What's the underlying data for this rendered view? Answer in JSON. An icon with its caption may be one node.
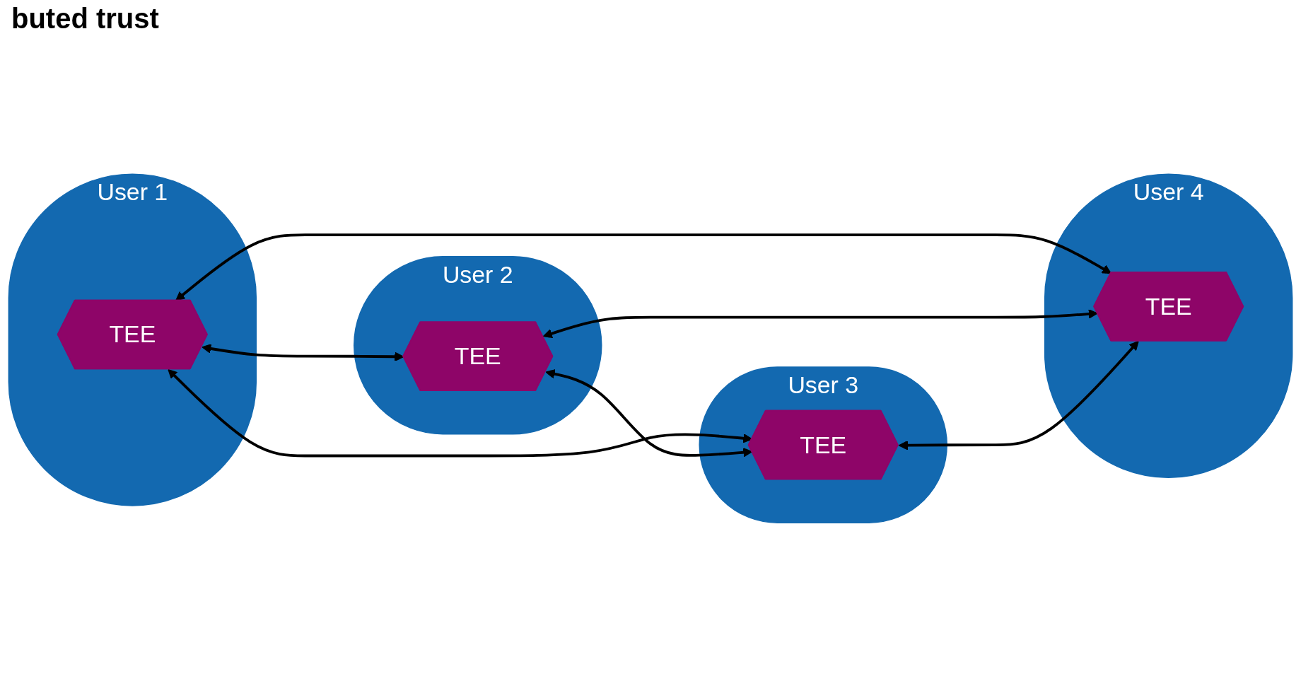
{
  "diagram": {
    "title": "buted trust",
    "nodes": [
      {
        "text": [
          "User 1"
        ]
      },
      {
        "text": [
          "TEE"
        ],
        "in": 0
      },
      {
        "text": [
          "User 2"
        ]
      },
      {
        "text": [
          "TEE"
        ],
        "in": 2
      },
      {
        "text": [
          "User 3"
        ]
      },
      {
        "text": [
          "TEE"
        ],
        "in": 4
      },
      {
        "text": [
          "User 4"
        ]
      },
      {
        "text": [
          "TEE"
        ],
        "in": 6
      }
    ],
    "edges": [
      {
        "from": 1,
        "to": 5,
        "arrow": "both"
      },
      {
        "from": 1,
        "to": 7,
        "arrow": "both"
      },
      {
        "from": 1,
        "to": 3,
        "arrow": "both"
      },
      {
        "from": 3,
        "to": 5,
        "arrow": "both"
      },
      {
        "from": 3,
        "to": 7,
        "arrow": "both"
      },
      {
        "from": 5,
        "to": 7,
        "arrow": "both"
      }
    ]
  }
}
